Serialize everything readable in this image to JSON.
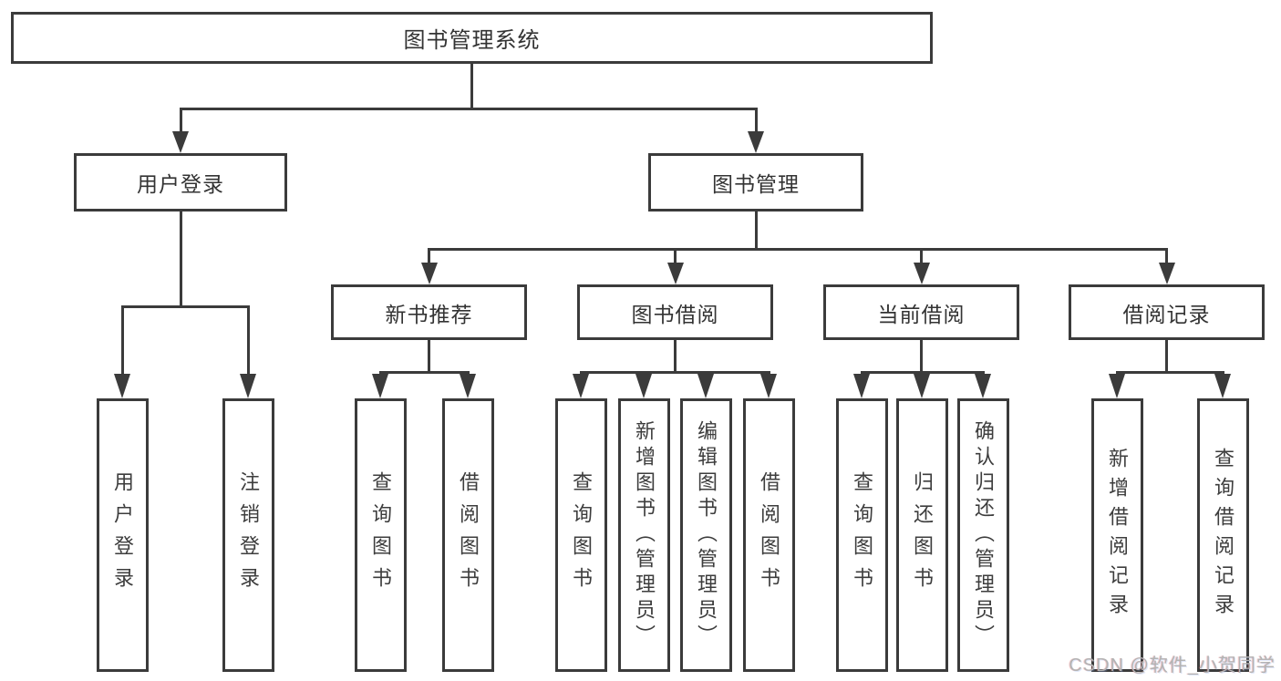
{
  "diagram": {
    "title": "图书管理系统",
    "level2": {
      "user_login": "用户登录",
      "book_management": "图书管理"
    },
    "level3": {
      "new_book_recommend": "新书推荐",
      "book_borrow": "图书借阅",
      "current_borrow": "当前借阅",
      "borrow_records": "借阅记录"
    },
    "leaves": {
      "user": [
        "用户登录",
        "注销登录"
      ],
      "new_book": [
        "查询图书",
        "借阅图书"
      ],
      "borrow": [
        "查询图书",
        "新增图书（管理员）",
        "编辑图书（管理员）",
        "借阅图书"
      ],
      "current": [
        "查询图书",
        "归还图书",
        "确认归还（管理员）"
      ],
      "records": [
        "新增借阅记录",
        "查询借阅记录"
      ]
    },
    "watermark": "CSDN @软件_小贺同学",
    "colors": {
      "line": "#3b3b3b",
      "text": "#333333",
      "watermark": "#b3b3b3",
      "background": "#ffffff"
    }
  }
}
